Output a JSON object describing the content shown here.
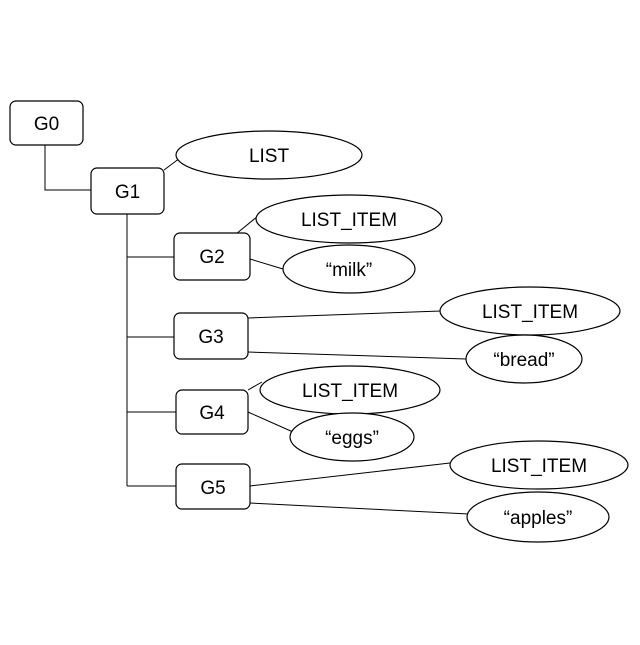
{
  "nodes": {
    "g0": "G0",
    "g1": "G1",
    "g2": "G2",
    "g3": "G3",
    "g4": "G4",
    "g5": "G5"
  },
  "labels": {
    "list": "LIST",
    "g2_item": "LIST_ITEM",
    "g2_value": "“milk”",
    "g3_item": "LIST_ITEM",
    "g3_value": "“bread”",
    "g4_item": "LIST_ITEM",
    "g4_value": "“eggs”",
    "g5_item": "LIST_ITEM",
    "g5_value": "“apples”"
  },
  "colors": {
    "stroke": "#000000",
    "fill": "#ffffff"
  }
}
